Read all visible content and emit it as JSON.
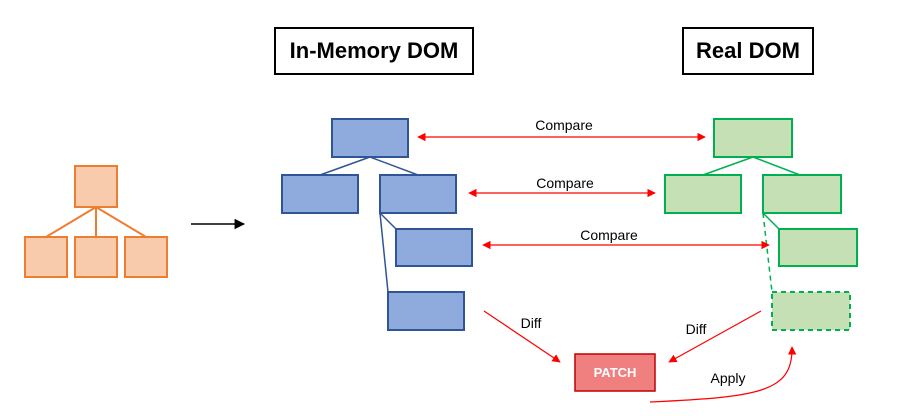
{
  "titles": {
    "in_memory": "In-Memory DOM",
    "real": "Real DOM"
  },
  "labels": {
    "compare_1": "Compare",
    "compare_2": "Compare",
    "compare_3": "Compare",
    "diff_left": "Diff",
    "diff_right": "Diff",
    "patch": "PATCH",
    "apply": "Apply"
  },
  "colors": {
    "orange_fill": "#f8cbad",
    "orange_stroke": "#ed7d31",
    "blue_fill": "#8faadc",
    "blue_stroke": "#2f5597",
    "green_fill": "#c5e0b4",
    "green_stroke": "#00b050",
    "red_arrow": "#ff0000",
    "patch_fill": "#f08080",
    "patch_stroke": "#c00000"
  }
}
